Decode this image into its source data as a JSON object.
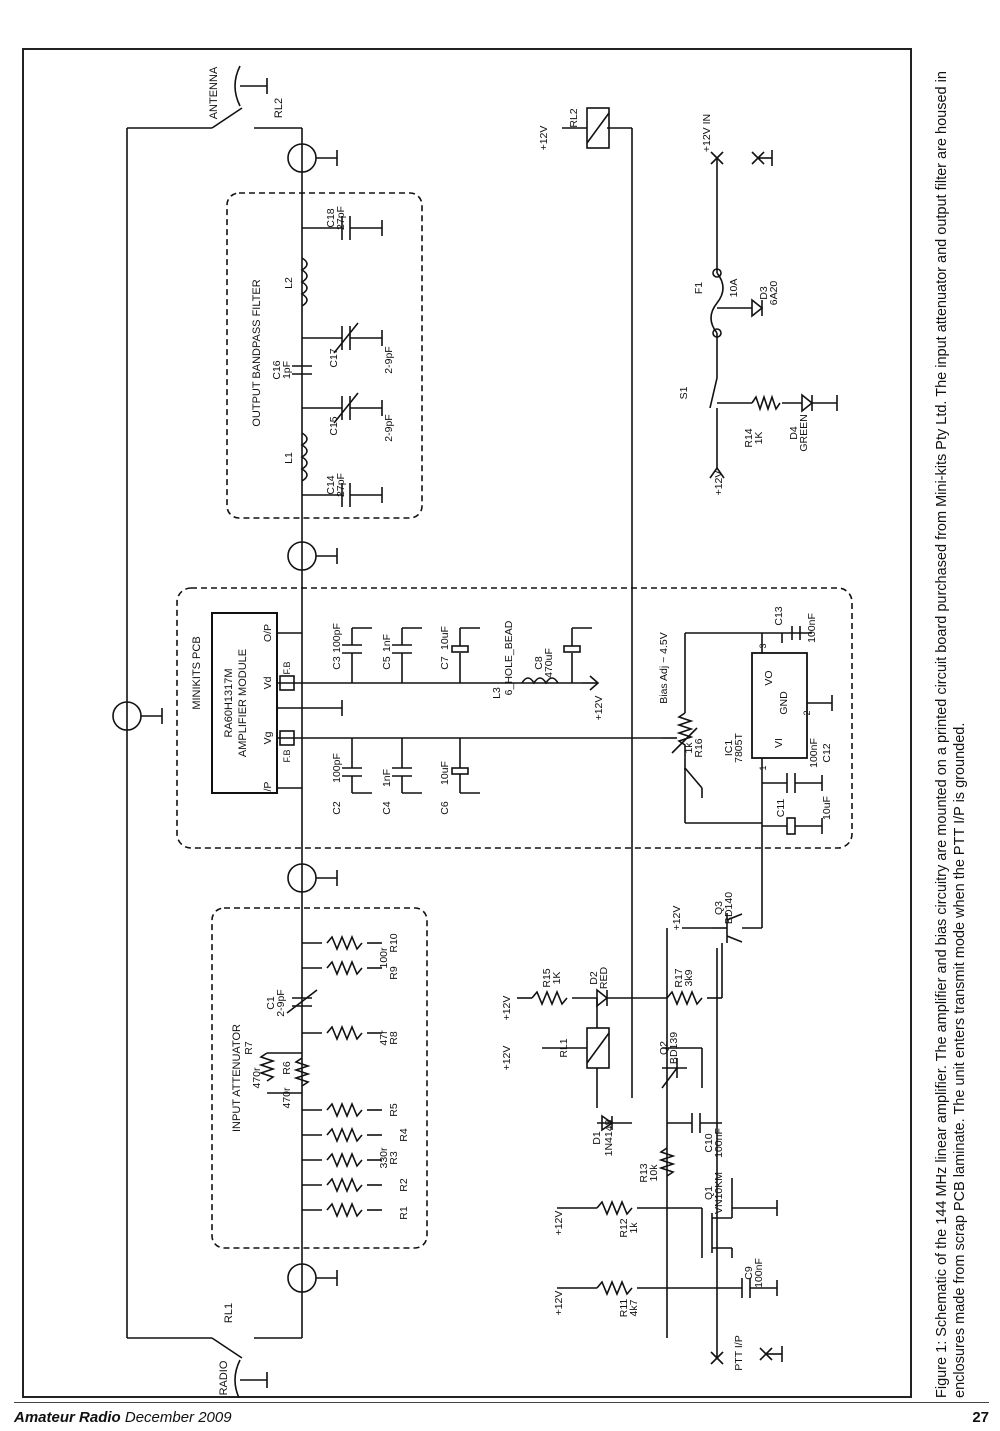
{
  "footer": {
    "magazine": "Amateur Radio",
    "issue": "December 2009",
    "page": "27"
  },
  "caption": "Figure 1: Schematic of the 144 MHz linear amplifier. The amplifier and bias circuitry are mounted on a printed circuit board purchased from Mini-kits Pty Ltd. The input attenuator and output filter are housed in enclosures made from scrap PCB laminate. The unit enters transmit mode when the PTT I/P is grounded.",
  "labels": {
    "antenna": "ANTENNA",
    "radio": "RADIO",
    "rl2": "RL2",
    "rl1": "RL1",
    "out_filter": "OUTPUT BANDPASS FILTER",
    "in_att": "INPUT ATTENUATOR",
    "minikits": "MINIKITS PCB",
    "module": "RA60H1317M",
    "module_sub": "AMPLIFIER MODULE",
    "pin_ip": "I/P",
    "pin_vg": "Vg",
    "pin_vd": "Vd",
    "pin_op": "O/P",
    "fb": "F.B",
    "c18": "C18",
    "c18v": "27pF",
    "l2": "L2",
    "c17": "C17",
    "c17v": "2-9pF",
    "c16": "C16",
    "c16v": "1pF",
    "c15": "C15",
    "c15v": "2-9pF",
    "l1": "L1",
    "c14": "C14",
    "c14v": "27pF",
    "c3": "C3",
    "c3v": "100pF",
    "c5": "C5",
    "c5v": "1nF",
    "c7": "C7",
    "c7v": "10uF",
    "l3": "L3",
    "l3v": "6_HOLE_BEAD",
    "c8": "C8",
    "c8v": "470uF",
    "c2": "C2",
    "c2v": "100pF",
    "c4": "C4",
    "c4v": "1nF",
    "c6": "C6",
    "c6v": "10uF",
    "bias": "Bias Adj ~ 4.5V",
    "r16": "R16",
    "r16v": "1k",
    "ic1": "IC1",
    "ic1v": "7805T",
    "ic_vi": "VI",
    "ic_vo": "VO",
    "ic_gnd": "GND",
    "c13": "C13",
    "c13v": "100nF",
    "c12": "C12",
    "c12v": "100nF",
    "c11": "C11",
    "c11v": "10uF",
    "plus12": "+12V",
    "plus12in": "+12V IN",
    "f1": "F1",
    "f1v": "10A",
    "d3": "D3",
    "d3v": "6A20",
    "s1": "S1",
    "r14": "R14",
    "r14v": "1K",
    "d4": "D4",
    "d4v": "GREEN",
    "q3": "Q3",
    "q3v": "BD140",
    "r15": "R15",
    "r15v": "1K",
    "d2": "D2",
    "d2v": "RED",
    "r17": "R17",
    "r17v": "3k9",
    "q2": "Q2",
    "q2v": "BD139",
    "d1": "D1",
    "d1v": "1N4148",
    "c10": "C10",
    "c10v": "100nF",
    "r13": "R13",
    "r13v": "10k",
    "q1": "Q1",
    "q1v": "VN10KM",
    "r12": "R12",
    "r12v": "1k",
    "r11": "R11",
    "r11v": "4k7",
    "c9": "C9",
    "c9v": "100nF",
    "ptt": "PTT I/P",
    "r10": "R10",
    "r10v": "100r",
    "r9": "R9",
    "c1": "C1",
    "c1v": "2-9pF",
    "r8": "R8",
    "r8v": "47r",
    "r7": "R7",
    "r7v": "470r",
    "r6": "R6",
    "r6v": "470r",
    "r5": "R5",
    "r4": "R4",
    "r3": "R3",
    "r3v": "330r",
    "r2": "R2",
    "r1": "R1",
    "pin1": "1",
    "pin2": "2",
    "pin3": "3"
  }
}
